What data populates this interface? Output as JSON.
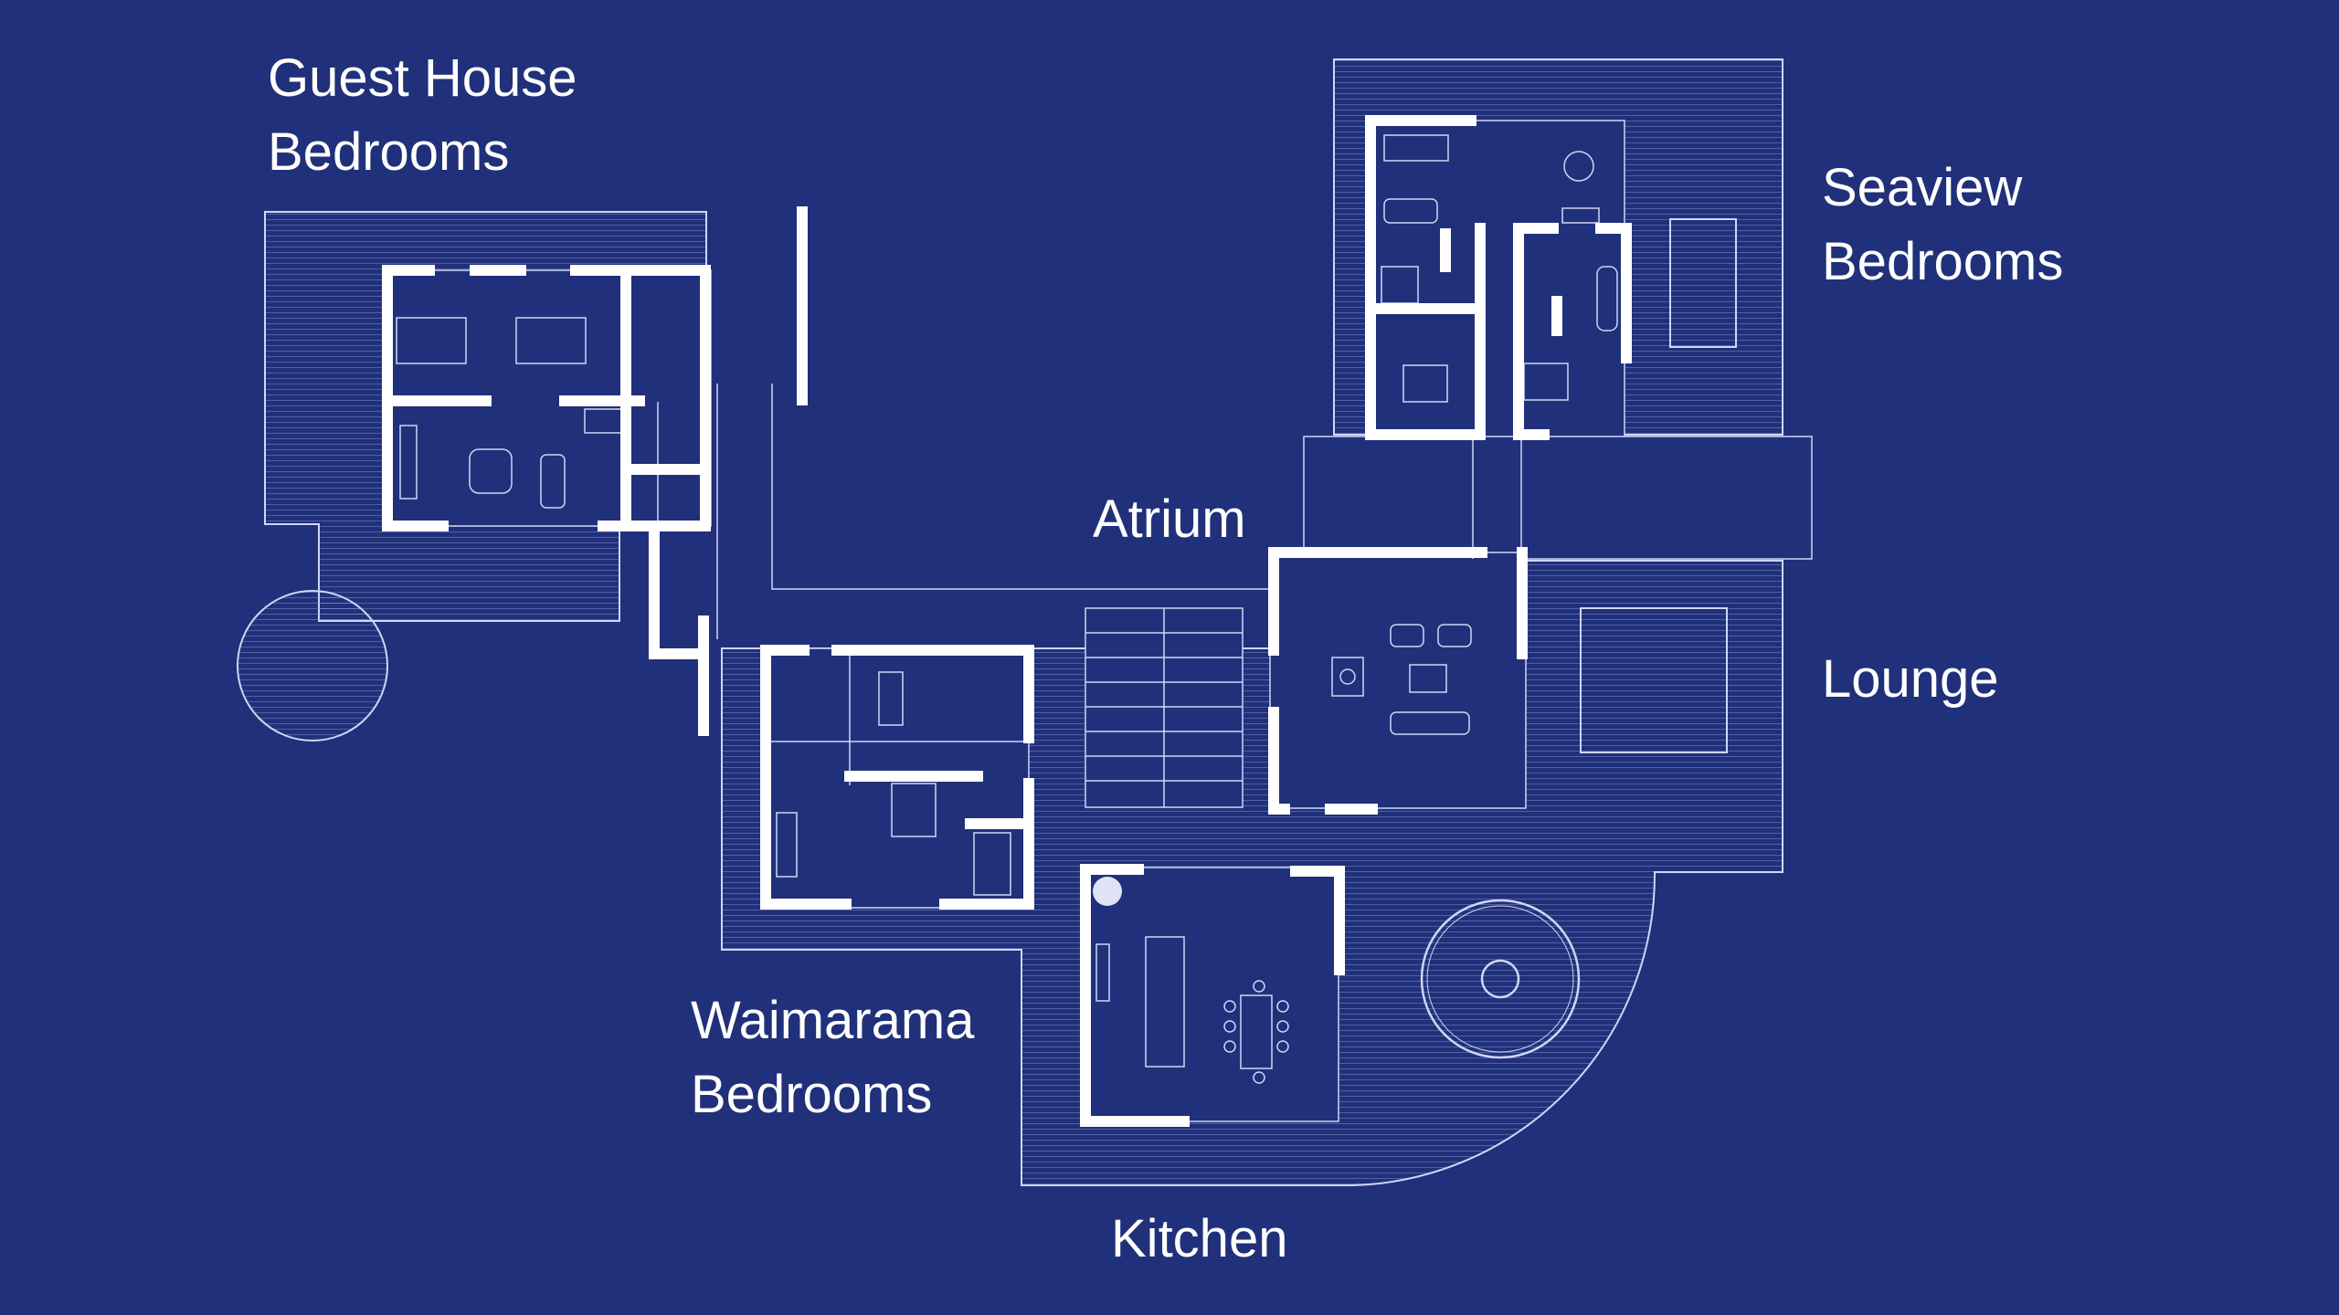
{
  "colors": {
    "background": "#21307a",
    "wall": "#ffffff",
    "line": "#cfd6f5"
  },
  "labels": {
    "guest_house": [
      "Guest House",
      "Bedrooms"
    ],
    "seaview": [
      "Seaview",
      "Bedrooms"
    ],
    "atrium": "Atrium",
    "lounge": "Lounge",
    "waimarama": [
      "Waimarama",
      "Bedrooms"
    ],
    "kitchen": "Kitchen"
  }
}
